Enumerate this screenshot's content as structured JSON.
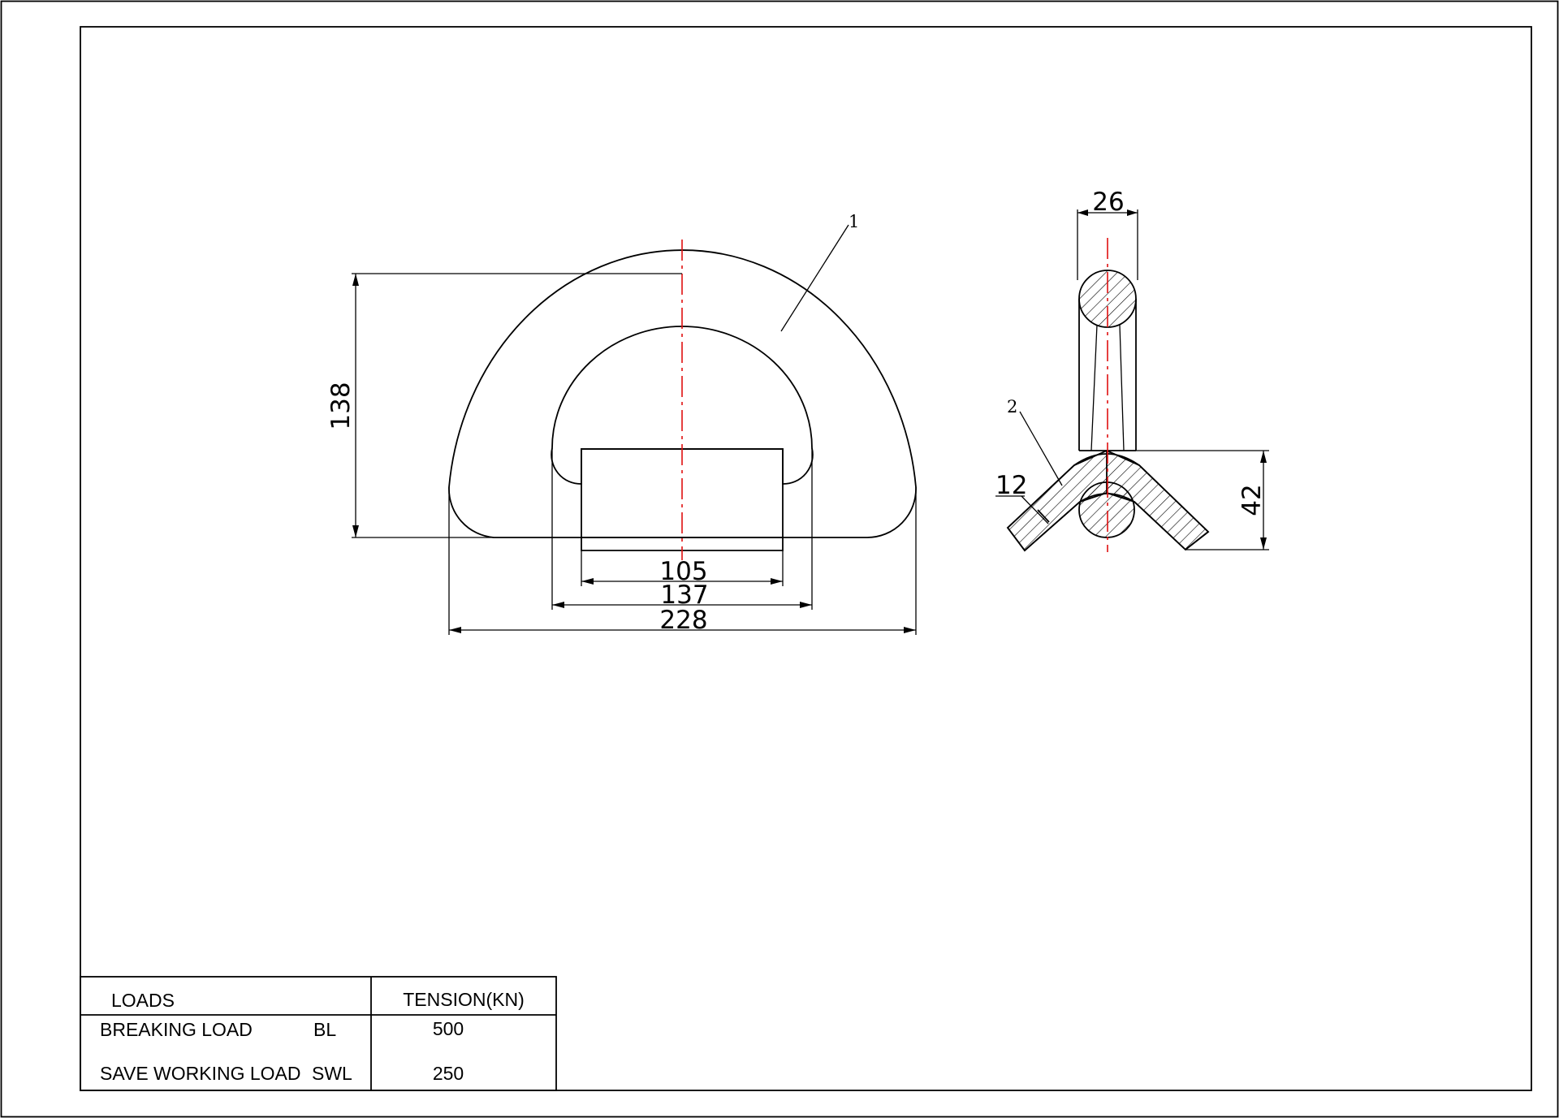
{
  "front_view": {
    "dimensions": {
      "height": "138",
      "base_width": "105",
      "inner_width": "137",
      "outer_width": "228"
    },
    "part_label": "1"
  },
  "side_view": {
    "dimensions": {
      "ring_diameter": "26",
      "base_thickness": "12",
      "base_height": "42"
    },
    "part_label": "2"
  },
  "loads_table": {
    "header": {
      "loads": "LOADS",
      "tension": "TENSION(KN)"
    },
    "rows": [
      {
        "name": "BREAKING LOAD",
        "abbr": "BL",
        "value": "500"
      },
      {
        "name": "SAVE WORKING LOAD",
        "abbr": "SWL",
        "value": "250"
      }
    ]
  }
}
